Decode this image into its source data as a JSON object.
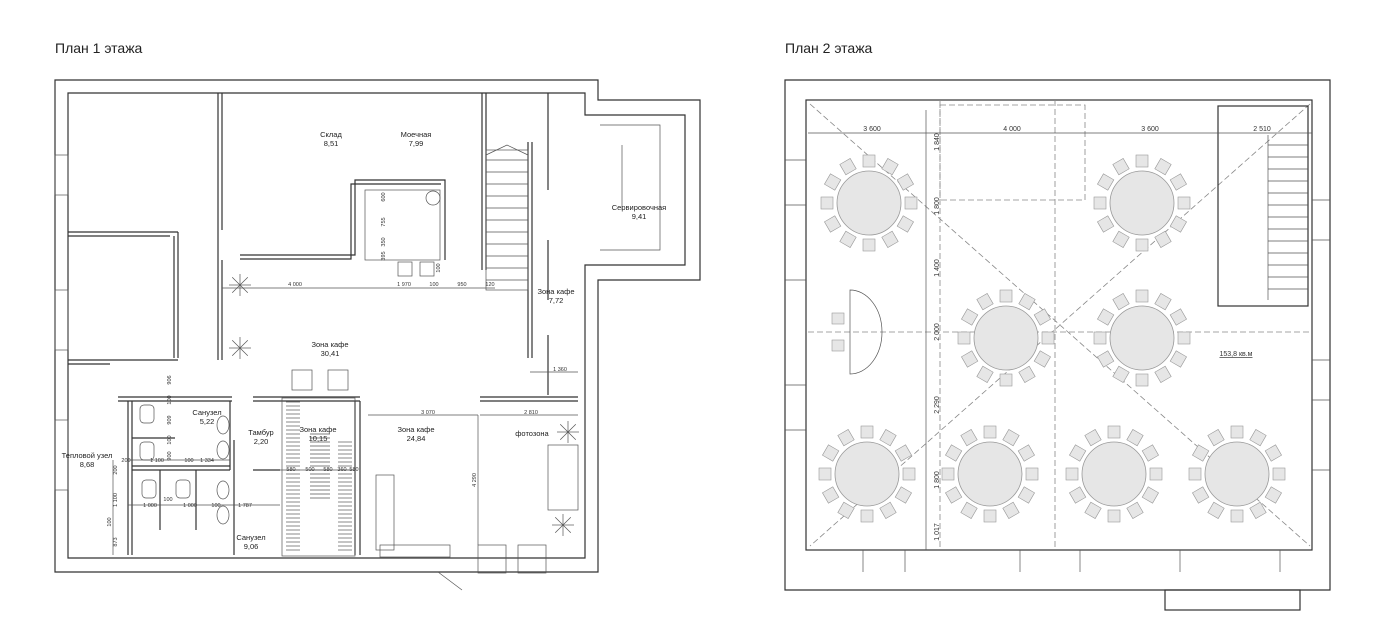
{
  "plan1": {
    "title": "План 1 этажа",
    "rooms": [
      {
        "name": "Склад",
        "area": "8,51"
      },
      {
        "name": "Моечная",
        "area": "7,99"
      },
      {
        "name": "Сервировочная",
        "area": "9,41"
      },
      {
        "name": "Зона кафе",
        "area": "7,72"
      },
      {
        "name": "Зона кафе",
        "area": "30,41"
      },
      {
        "name": "Санузел",
        "area": "5,22"
      },
      {
        "name": "Тамбур",
        "area": "2,20"
      },
      {
        "name": "Зона кафе",
        "area": "10,15"
      },
      {
        "name": "Зона кафе",
        "area": "24,84"
      },
      {
        "name": "фотозона",
        "area": ""
      },
      {
        "name": "Тепловой узел",
        "area": "8,68"
      },
      {
        "name": "Санузел",
        "area": "9,06"
      }
    ],
    "dimensions": {
      "top": [
        "4 000",
        "1 970",
        "100",
        "950",
        "120"
      ],
      "kitchen_vertical": [
        "600",
        "755",
        "350",
        "395",
        "100"
      ],
      "right": "1 360",
      "hall": [
        "3 070",
        "2 810"
      ],
      "hall_vertical": "4 290",
      "wc_row1": [
        "200",
        "1 100",
        "100",
        "1 334"
      ],
      "wc_row2": [
        "1 000",
        "100",
        "1 000",
        "100",
        "1 787"
      ],
      "wc_vertical": [
        "906",
        "100",
        "909",
        "100",
        "900"
      ],
      "left_vertical": [
        "200",
        "1 100",
        "100",
        "873"
      ],
      "stairs": [
        "580",
        "500",
        "580",
        "360",
        "580"
      ]
    }
  },
  "plan2": {
    "title": "План 2 этажа",
    "area": "153,8 кв.м",
    "dimensions": {
      "horizontal": [
        "3 600",
        "4 000",
        "3 600",
        "2 510"
      ],
      "vertical": [
        "1 840",
        "1 800",
        "1 400",
        "2 000",
        "2 290",
        "1 800",
        "1 017"
      ]
    },
    "tables": 8,
    "chairs_per_table": 12
  }
}
